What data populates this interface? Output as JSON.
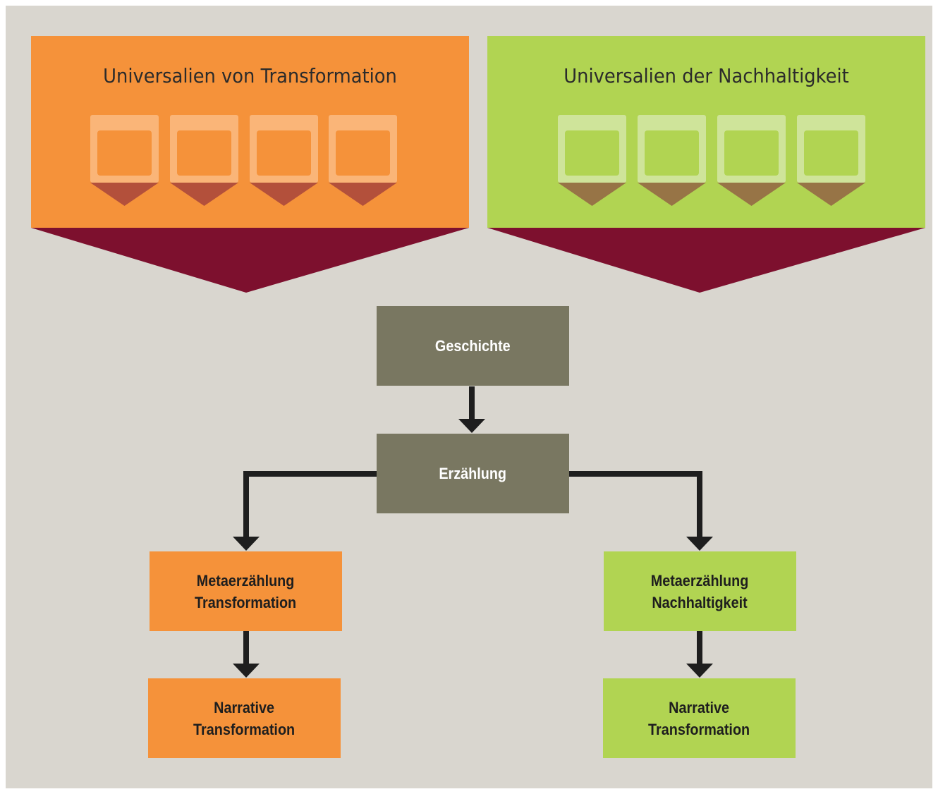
{
  "panels": {
    "transformation": {
      "title": "Universalien von Transformation",
      "color": "#f5923a",
      "tile_count": 4
    },
    "sustainability": {
      "title": "Universalien der Nachhaltigkeit",
      "color": "#b1d452",
      "tile_count": 4
    }
  },
  "funnel_color": "#7d102e",
  "flow": {
    "history": "Geschichte",
    "narration": "Erzählung",
    "left": {
      "meta_line1": "Metaerzählung",
      "meta_line2": "Transformation",
      "narr_line1": "Narrative",
      "narr_line2": "Transformation"
    },
    "right": {
      "meta_line1": "Metaerzählung",
      "meta_line2": "Nachhaltigkeit",
      "narr_line1": "Narrative",
      "narr_line2": "Transformation"
    }
  },
  "colors": {
    "background": "#d9d6cf",
    "center_box": "#797761",
    "arrow": "#1e1e1e"
  }
}
